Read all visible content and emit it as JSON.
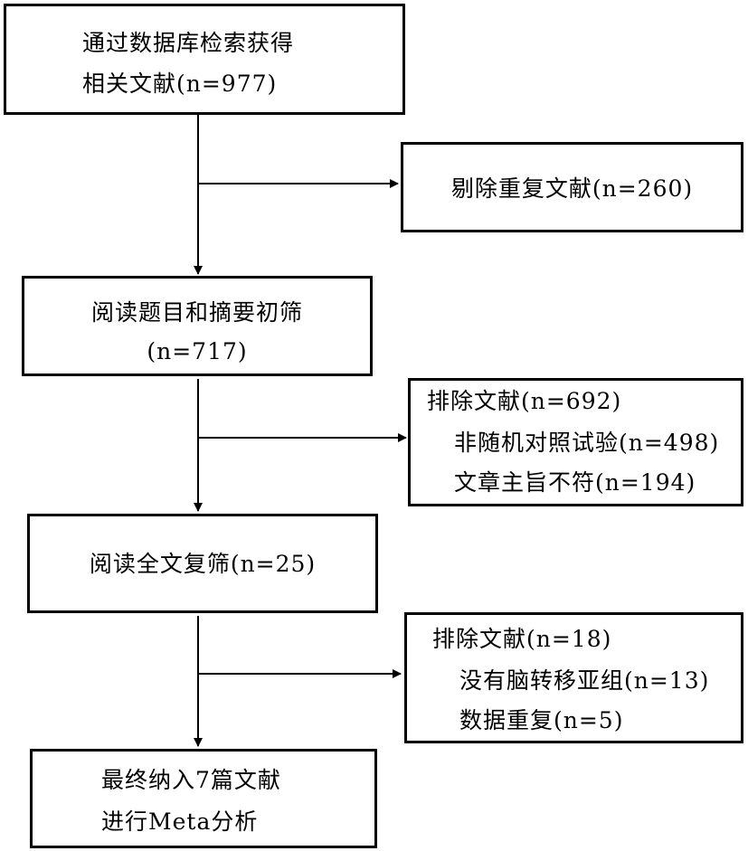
{
  "boxes": {
    "search": {
      "line1": "通过数据库检索获得",
      "line2": "相关文献(n=977)"
    },
    "duplicates": {
      "text": "剔除重复文献(n=260)"
    },
    "screen": {
      "line1": "阅读题目和摘要初筛",
      "line2": "(n=717)"
    },
    "excluded1": {
      "header": "排除文献(n=692)",
      "item1": "非随机对照试验(n=498)",
      "item2": "文章主旨不符(n=194)"
    },
    "fulltext": {
      "text": "阅读全文复筛(n=25)"
    },
    "excluded2": {
      "header": "排除文献(n=18)",
      "item1": "没有脑转移亚组(n=13)",
      "item2": "数据重复(n=5)"
    },
    "included": {
      "line1": "最终纳入7篇文献",
      "line2": "进行Meta分析"
    }
  }
}
